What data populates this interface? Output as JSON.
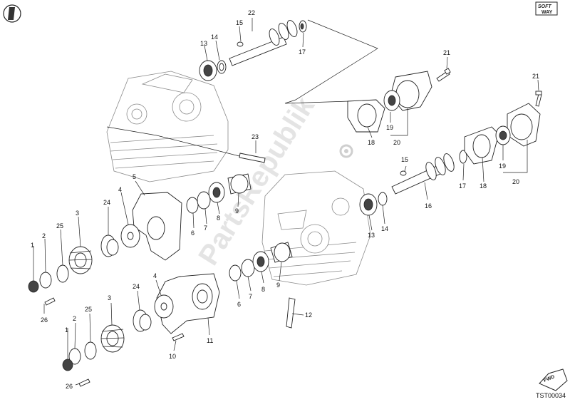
{
  "diagram_code": "TST00034",
  "watermark": "PartsRepublik",
  "logo_top": "SOFT",
  "logo_bottom": "WAY",
  "fwd_label": "FWD",
  "callouts": [
    {
      "id": "c22a",
      "text": "22"
    },
    {
      "id": "c15a",
      "text": "15"
    },
    {
      "id": "c14a",
      "text": "14"
    },
    {
      "id": "c13a",
      "text": "13"
    },
    {
      "id": "c17a",
      "text": "17"
    },
    {
      "id": "c21a",
      "text": "21"
    },
    {
      "id": "c18a",
      "text": "18"
    },
    {
      "id": "c19a",
      "text": "19"
    },
    {
      "id": "c20a",
      "text": "20"
    },
    {
      "id": "c21b",
      "text": "21"
    },
    {
      "id": "c23",
      "text": "23"
    },
    {
      "id": "c5",
      "text": "5"
    },
    {
      "id": "c4a",
      "text": "4"
    },
    {
      "id": "c24a",
      "text": "24"
    },
    {
      "id": "c3a",
      "text": "3"
    },
    {
      "id": "c25a",
      "text": "25"
    },
    {
      "id": "c2a",
      "text": "2"
    },
    {
      "id": "c1a",
      "text": "1"
    },
    {
      "id": "c26a",
      "text": "26"
    },
    {
      "id": "c6a",
      "text": "6"
    },
    {
      "id": "c7a",
      "text": "7"
    },
    {
      "id": "c8a",
      "text": "8"
    },
    {
      "id": "c9a",
      "text": "9"
    },
    {
      "id": "c15b",
      "text": "15"
    },
    {
      "id": "c16",
      "text": "16"
    },
    {
      "id": "c17b",
      "text": "17"
    },
    {
      "id": "c18b",
      "text": "18"
    },
    {
      "id": "c19b",
      "text": "19"
    },
    {
      "id": "c20b",
      "text": "20"
    },
    {
      "id": "c13b",
      "text": "13"
    },
    {
      "id": "c14b",
      "text": "14"
    },
    {
      "id": "c4b",
      "text": "4"
    },
    {
      "id": "c24b",
      "text": "24"
    },
    {
      "id": "c3b",
      "text": "3"
    },
    {
      "id": "c25b",
      "text": "25"
    },
    {
      "id": "c2b",
      "text": "2"
    },
    {
      "id": "c1b",
      "text": "1"
    },
    {
      "id": "c26b",
      "text": "26"
    },
    {
      "id": "c6b",
      "text": "6"
    },
    {
      "id": "c7b",
      "text": "7"
    },
    {
      "id": "c8b",
      "text": "8"
    },
    {
      "id": "c9b",
      "text": "9"
    },
    {
      "id": "c11",
      "text": "11"
    },
    {
      "id": "c10",
      "text": "10"
    },
    {
      "id": "c12",
      "text": "12"
    }
  ]
}
